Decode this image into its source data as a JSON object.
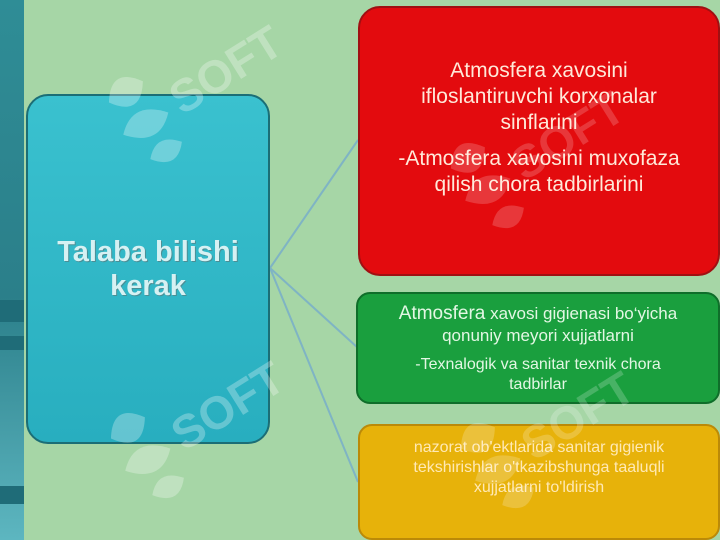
{
  "watermark": {
    "text": "SOFT"
  },
  "main_box": {
    "line1": "Talaba bilishi",
    "line2": "kerak"
  },
  "red_box": {
    "line1": "Atmosfera xavosini",
    "line2": "ifloslantiruvchi korxonalar",
    "line3": "sinflarini",
    "line4": "-Atmosfera xavosini muxofaza",
    "line5": "qilish chora tadbirlarini"
  },
  "green_box": {
    "line1_lead": "Atmosfera",
    "line1_rest": " xavosi gigienasi bo‘yicha",
    "line2": "qonuniy meyori xujjatlarni",
    "line3": "-Texnalogik va sanitar texnik chora",
    "line4": "tadbirlar"
  },
  "yellow_box": {
    "line1": "nazorat ob'ektlarida sanitar gigienik",
    "line2": "tekshirishlar o'tkazibshunga taaluqli",
    "line3": "xujjatlarni to'ldirish"
  },
  "colors": {
    "background": "#a6d6a6",
    "main": "#2fb8c8",
    "red": "#e30b0e",
    "green": "#1a9f3e",
    "yellow": "#e7b20a",
    "connector": "#7fb4c4"
  }
}
